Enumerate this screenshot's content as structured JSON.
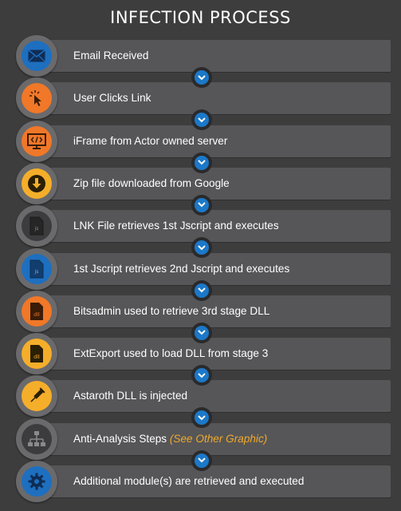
{
  "title": "INFECTION PROCESS",
  "colors": {
    "background": "#3d3d3d",
    "bar": "#565658",
    "blue": "#1e6fbf",
    "orange": "#f07828",
    "yellow": "#f5ae2a",
    "dark": "#3c3c3e",
    "chevron": "#1c78c8",
    "note": "#f0a92a"
  },
  "steps": [
    {
      "label": "Email Received",
      "icon": "envelope-icon"
    },
    {
      "label": "User Clicks Link",
      "icon": "cursor-click-icon"
    },
    {
      "label": "iFrame from Actor owned server",
      "icon": "monitor-code-icon"
    },
    {
      "label": "Zip file downloaded from Google",
      "icon": "download-icon"
    },
    {
      "label": "LNK File retrieves 1st Jscript and executes",
      "icon": "js-file-icon"
    },
    {
      "label": "1st Jscript retrieves 2nd Jscript and executes",
      "icon": "js-file-icon"
    },
    {
      "label": "Bitsadmin used to retrieve 3rd stage DLL",
      "icon": "dll-file-icon"
    },
    {
      "label": "ExtExport used to load DLL from stage 3",
      "icon": "dll-file-icon"
    },
    {
      "label": "Astaroth DLL is injected",
      "icon": "syringe-icon"
    },
    {
      "label": "Anti-Analysis Steps",
      "note": "(See Other Graphic)",
      "icon": "network-hierarchy-icon"
    },
    {
      "label": "Additional module(s) are retrieved and executed",
      "icon": "gear-icon"
    }
  ]
}
